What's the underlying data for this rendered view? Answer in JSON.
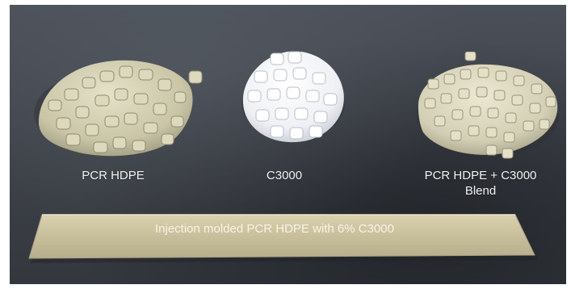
{
  "captions": {
    "pcr_hdpe": "PCR HDPE",
    "c3000": "C3000",
    "blend_line1": "PCR HDPE + C3000",
    "blend_line2": "Blend"
  },
  "molded_bar": {
    "label": "Injection molded PCR HDPE  with 6% C3000"
  }
}
